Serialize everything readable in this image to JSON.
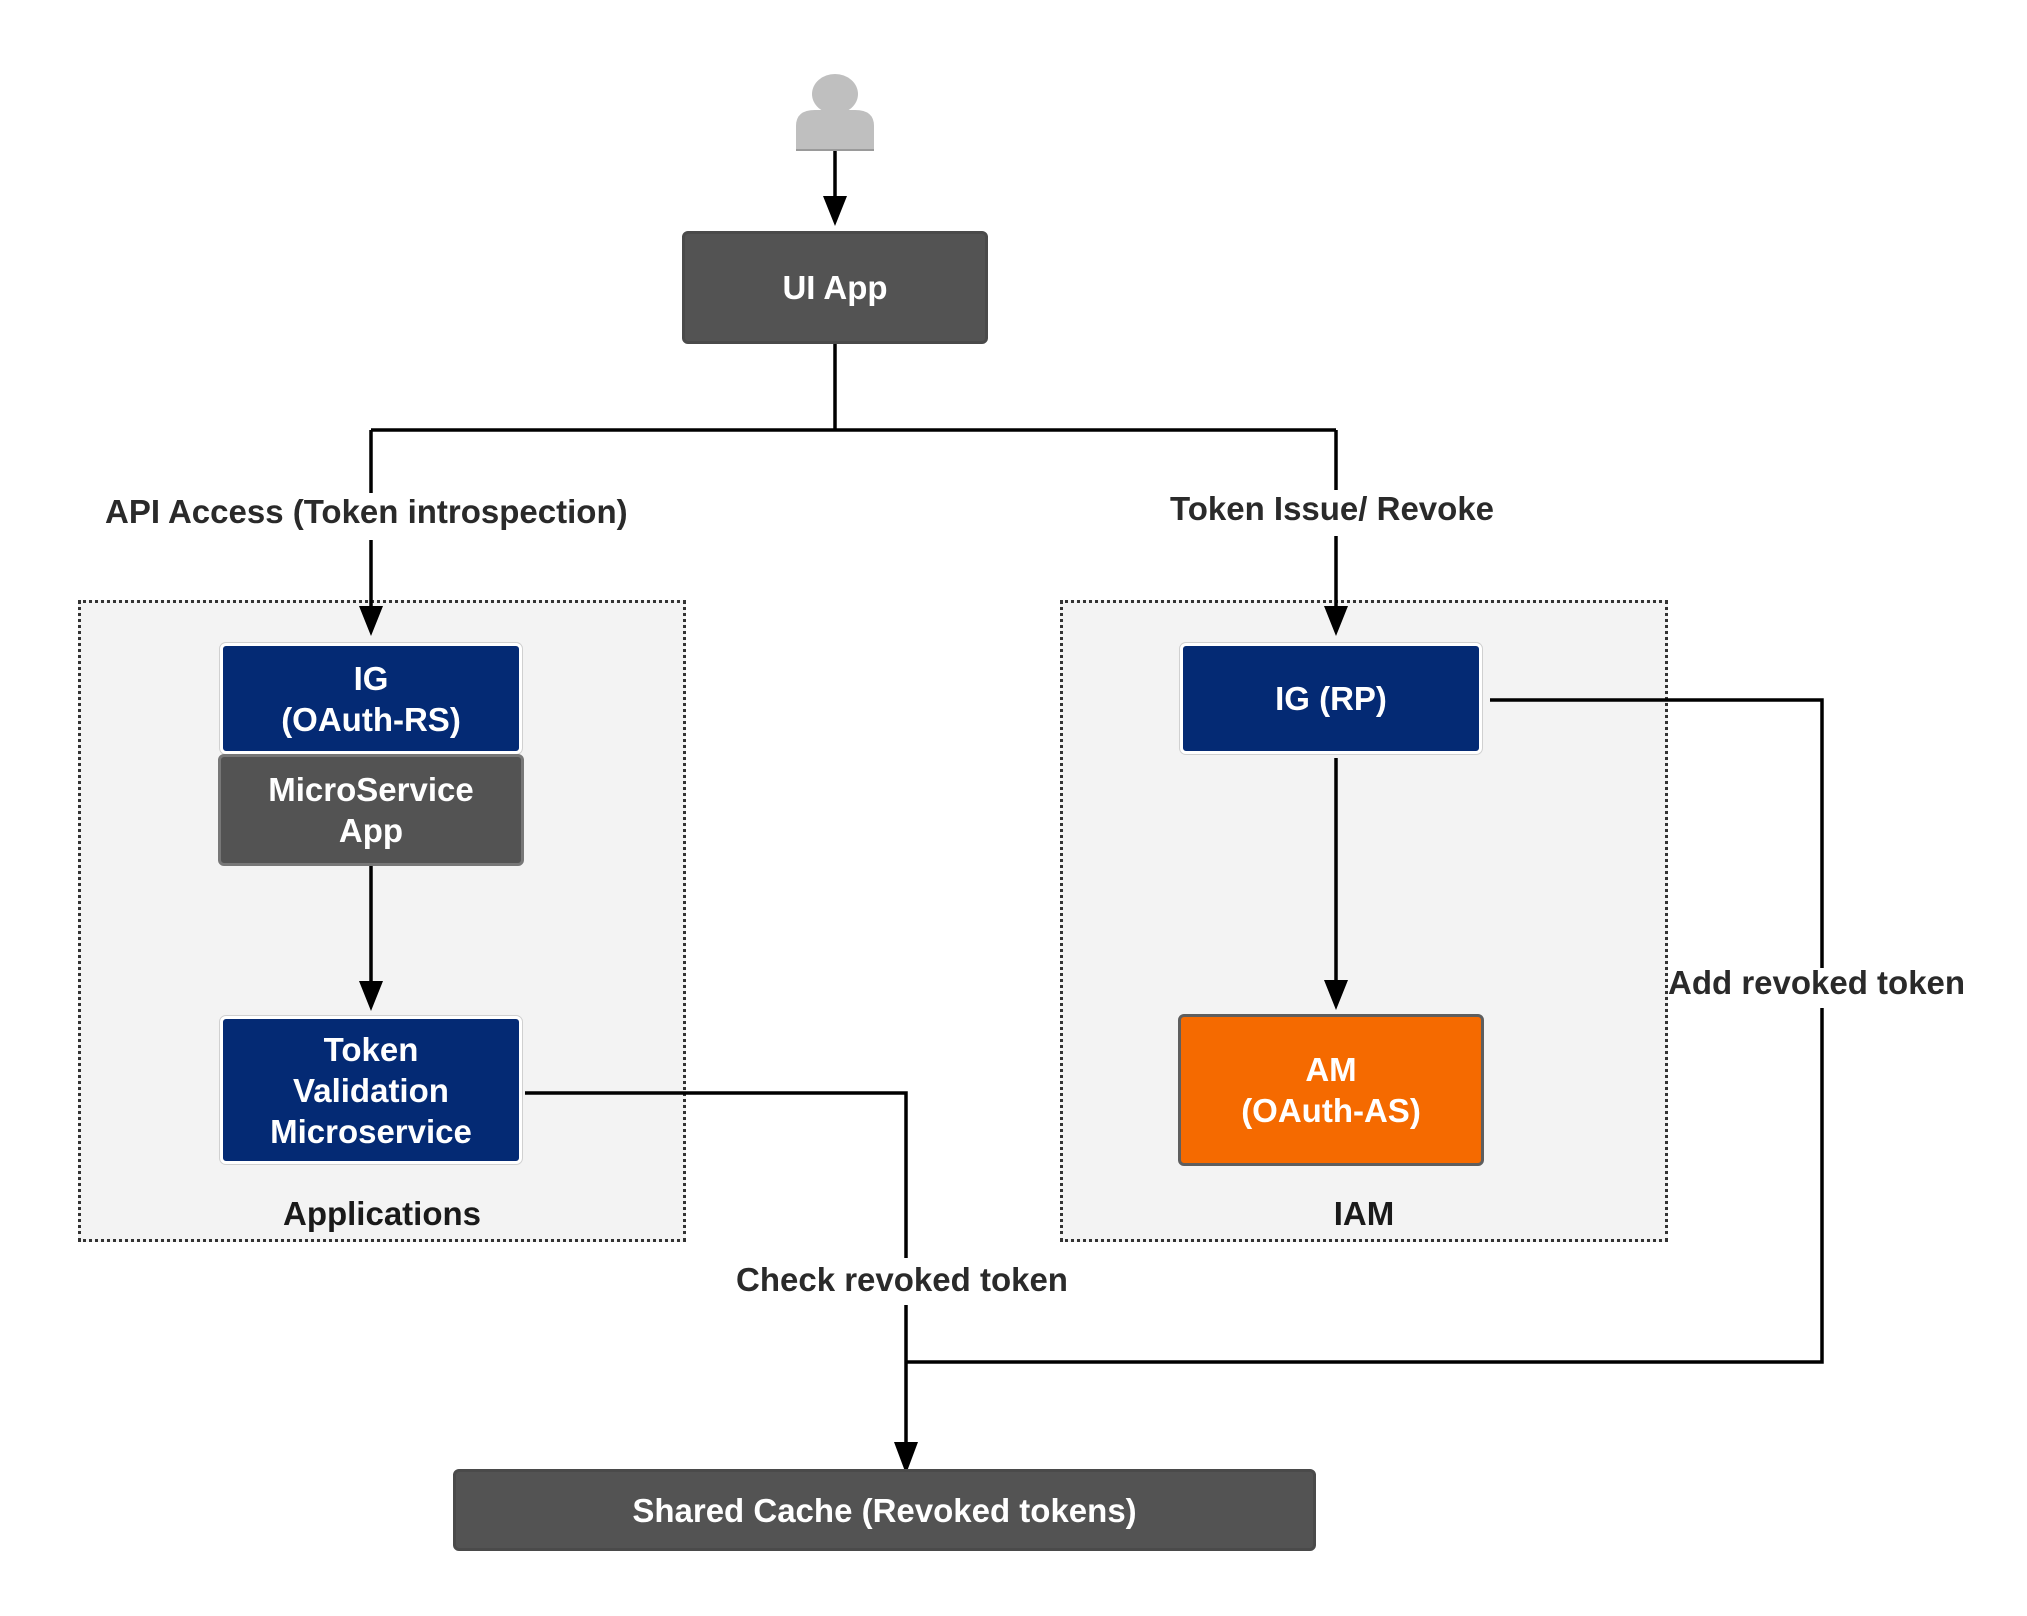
{
  "nodes": {
    "ui_app": "UI App",
    "ig_oauth_rs": "IG\n(OAuth-RS)",
    "microservice_app": "MicroService\nApp",
    "token_validation": "Token\nValidation\nMicroservice",
    "ig_rp": "IG (RP)",
    "am_oauth_as": "AM\n(OAuth-AS)",
    "shared_cache": "Shared Cache (Revoked tokens)"
  },
  "groups": {
    "applications": "Applications",
    "iam": "IAM"
  },
  "edges": {
    "api_access": "API Access (Token introspection)",
    "token_issue": "Token Issue/ Revoke",
    "add_revoked": "Add revoked token",
    "check_revoked": "Check revoked token"
  },
  "icons": {
    "user": "user-icon"
  },
  "colors": {
    "navy": "#042a74",
    "gray": "#535353",
    "orange": "#f56a00",
    "group_bg": "#f3f3f3"
  }
}
